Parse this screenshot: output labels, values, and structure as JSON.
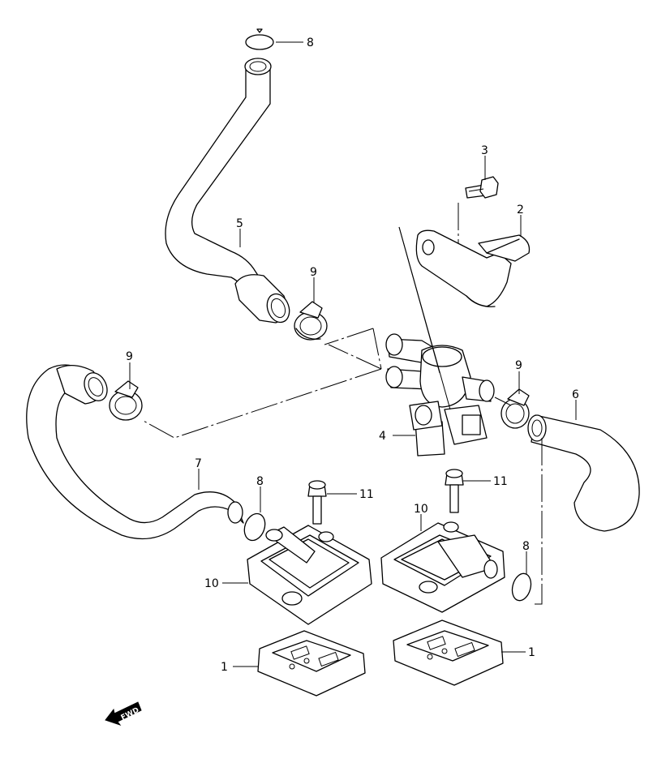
{
  "callouts": {
    "c1a": "1",
    "c1b": "1",
    "c2": "2",
    "c3": "3",
    "c4": "4",
    "c5": "5",
    "c6": "6",
    "c7": "7",
    "c8a": "8",
    "c8b": "8",
    "c8c": "8",
    "c9a": "9",
    "c9b": "9",
    "c9c": "9",
    "c10a": "10",
    "c10b": "10",
    "c11a": "11",
    "c11b": "11"
  },
  "fwd_label": "FWD"
}
